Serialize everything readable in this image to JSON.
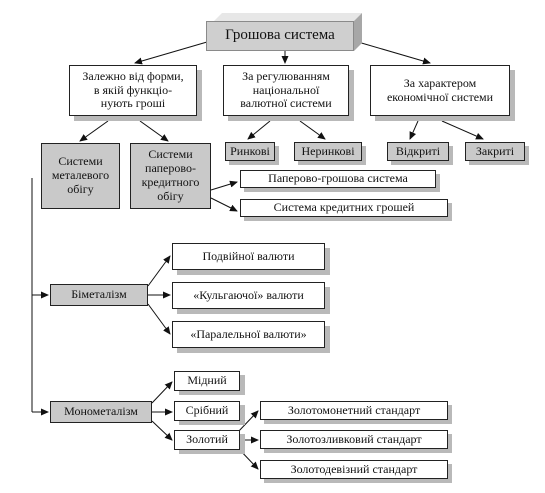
{
  "title": "Грошова система",
  "criteria": {
    "form": [
      "Залежно від форми,",
      "в якій функціо-",
      "нують гроші"
    ],
    "regulation": [
      "За регулюванням",
      "національної",
      "валютної системи"
    ],
    "character": [
      "За характером",
      "економічної системи"
    ]
  },
  "regulation_types": [
    "Ринкові",
    "Неринкові"
  ],
  "character_types": [
    "Відкриті",
    "Закриті"
  ],
  "metal_systems": [
    "Системи",
    "металевого",
    "обігу"
  ],
  "paper_systems": [
    "Системи",
    "паперово-",
    "кредитного",
    "обігу"
  ],
  "paper_subtypes": [
    "Паперово-грошова система",
    "Система кредитних грошей"
  ],
  "bimetallism": "Біметалізм",
  "bimetallism_types": [
    "Подвійної валюти",
    "«Кульгаючої» валюти",
    "«Паралельної валюти»"
  ],
  "monometallism": "Монометалізм",
  "monometallism_types": [
    "Мідний",
    "Срібний",
    "Золотий"
  ],
  "gold_standards": [
    "Золотомонетний стандарт",
    "Золотозливковий стандарт",
    "Золотодевізний стандарт"
  ]
}
